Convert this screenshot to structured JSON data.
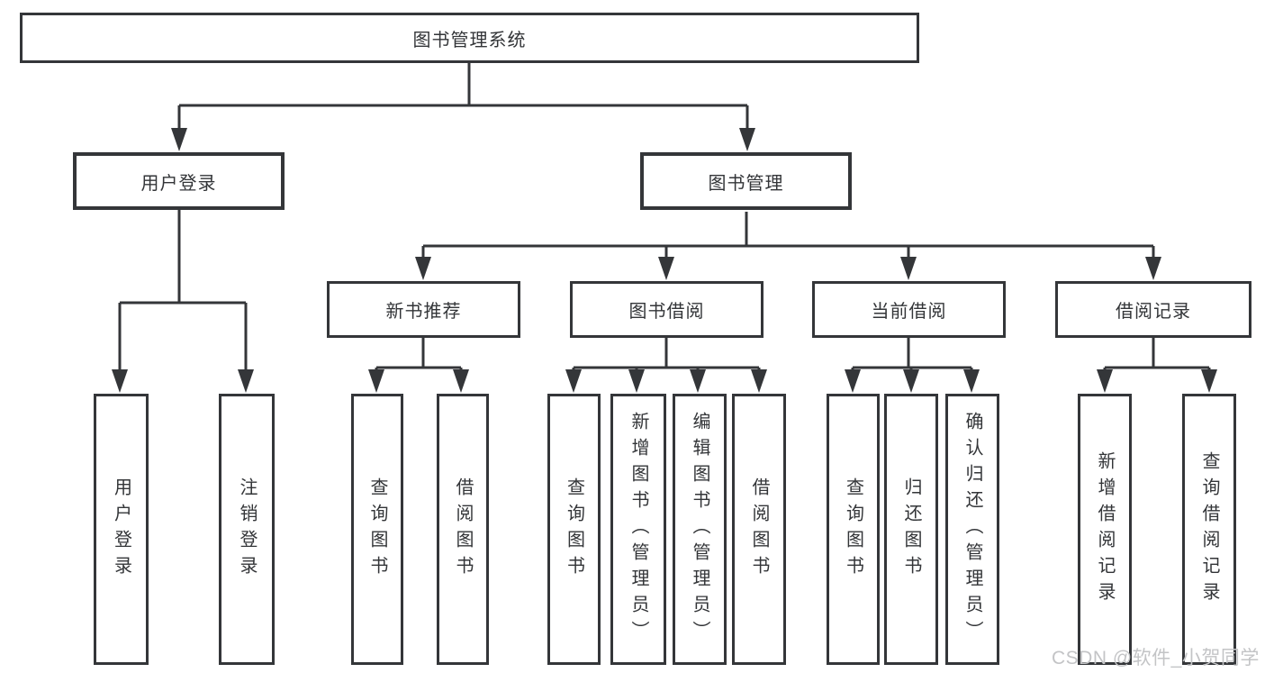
{
  "diagram": {
    "root": {
      "label": "图书管理系统"
    },
    "level2": [
      {
        "label": "用户登录"
      },
      {
        "label": "图书管理"
      }
    ],
    "level3": [
      {
        "label": "新书推荐"
      },
      {
        "label": "图书借阅"
      },
      {
        "label": "当前借阅"
      },
      {
        "label": "借阅记录"
      }
    ],
    "leaves": {
      "user_login": [
        "用户登录",
        "注销登录"
      ],
      "new_book": [
        "查询图书",
        "借阅图书"
      ],
      "book_borrow": [
        "查询图书",
        "新增图书（管理员）",
        "编辑图书（管理员）",
        "借阅图书"
      ],
      "current_borrow": [
        "查询图书",
        "归还图书",
        "确认归还（管理员）"
      ],
      "borrow_record": [
        "新增借阅记录",
        "查询借阅记录"
      ]
    }
  },
  "watermark": {
    "text": "CSDN @软件_小贺同学"
  },
  "colors": {
    "line": "#343639",
    "text": "#333538",
    "watermark": "#c3c4c6",
    "background": "#ffffff"
  }
}
